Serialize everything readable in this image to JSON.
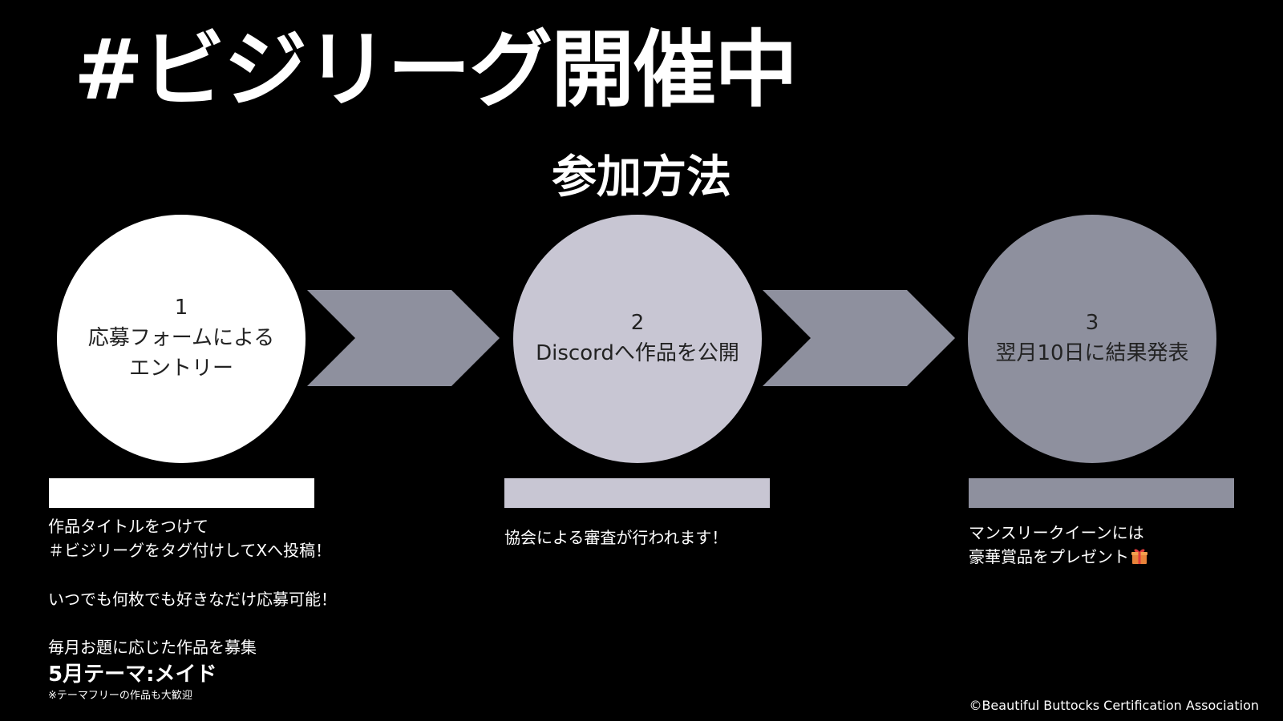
{
  "headline": "#ビジリーグ開催中",
  "subtitle": "参加方法",
  "steps": [
    {
      "number": "1",
      "label": "応募フォームによる\nエントリー",
      "color": "#ffffff"
    },
    {
      "number": "2",
      "label": "Discordへ作品を公開",
      "color": "#c8c6d3"
    },
    {
      "number": "3",
      "label": "翌月10日に結果発表",
      "color": "#8e909e"
    }
  ],
  "arrow_color": "#8e909e",
  "details": {
    "step1": {
      "line1": "作品タイトルをつけて",
      "line2": "＃ビジリーグをタグ付けしてXへ投稿！",
      "line3": "いつでも何枚でも好きなだけ応募可能！",
      "line4": "毎月お題に応じた作品を募集",
      "theme": "5月テーマ:メイド",
      "note": "※テーマフリーの作品も大歓迎"
    },
    "step2": {
      "line1": "協会による審査が行われます！"
    },
    "step3": {
      "line1": "マンスリークイーンには",
      "line2": "豪華賞品をプレゼント",
      "icon": "gift-icon"
    }
  },
  "copyright": "©Beautiful Buttocks Certification Association"
}
